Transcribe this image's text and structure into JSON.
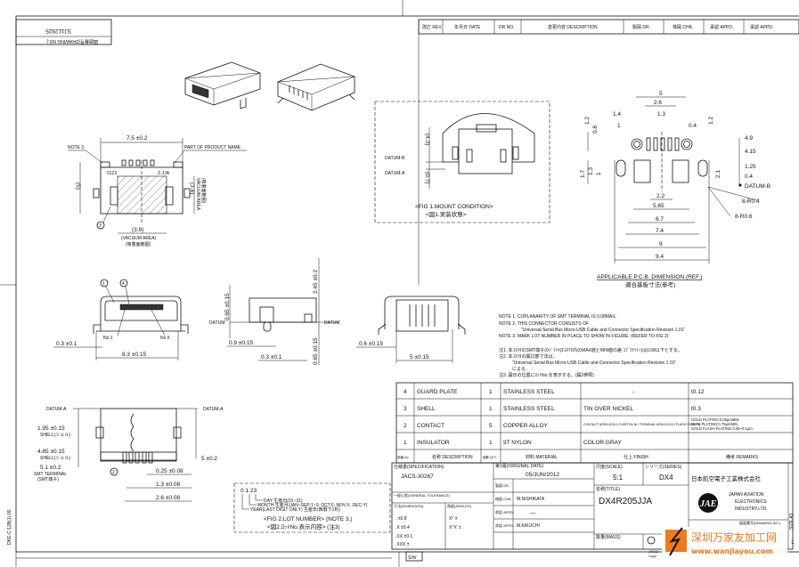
{
  "drawing_no_box": {
    "label": "図面番号(DRAWING NO.)",
    "value": "SJ112925"
  },
  "revision_header": [
    "改訂 REV.",
    "年月日 DATE",
    "DR NO.",
    "変更内容 DESCRIPTION",
    "製図 DR.",
    "検図 CHK.",
    "承認 APPD.",
    "承認 APPD."
  ],
  "front_view": {
    "width_dim": "7.5 ±0.2",
    "note_ref": "NOTE 3",
    "product_name_ref": "PART OF PRODUCT NAME",
    "height_dim": "(5)",
    "vac_h_dim": "(3.6)",
    "vac_h_label": "VACUUM AREA",
    "vac_h_label_jp": "(吸着面範囲)",
    "vac_w_dim": "(3.9)",
    "vac_w_label": "(VACUUM AREA)",
    "vac_w_label_jp": "(吸着面範囲)",
    "balloon": "3",
    "mark_lot": "0123",
    "mark_name": "Z-JJA"
  },
  "fig1": {
    "datum_b": "DATUM-B",
    "datum_a": "DATUM-A",
    "dim_upper": "(4.3)",
    "dim_lower": "(0.7)",
    "caption": "<FIG 1.MOUNT CONDITION>",
    "caption_jp": "<図1.実装状態>"
  },
  "pcb": {
    "dims_top": [
      "5",
      "2.6",
      "1.4",
      "1.3",
      "1",
      "0.4"
    ],
    "dims_left": [
      "1.2",
      "0.8",
      "1.7",
      "1.3",
      "1"
    ],
    "dims_right": [
      "1.2",
      "2.1",
      "4.9",
      "4.15",
      "1.25",
      "0.4"
    ],
    "datum_b": "DATUM-B",
    "dims_bottom": [
      "2.2",
      "5.65",
      "6.7",
      "7.4",
      "9",
      "9.4"
    ],
    "radius_labels": [
      "8-R0.4",
      "8-R0.6"
    ],
    "caption": "APPLICABLE P.C.B. DIMENSION (REF.)",
    "caption_jp": "適合基板寸法(参考)"
  },
  "mouth_view": {
    "balloons": [
      "1",
      "4"
    ],
    "pin1": "No.1",
    "pin5": "No.5",
    "dim_small": "0.3 ±0.1",
    "dim_width": "8.3 ±0.15"
  },
  "side_view": {
    "datum_left": "DATUM",
    "datum_right": "DATUM",
    "dim_up": "0.65 ±0.15",
    "dim_total": "2.45 ±0.2",
    "dim_a": "0.9 ±0.15",
    "dim_b": "0.3 ±0.1",
    "dim_down": "0.65 ±0.15"
  },
  "rear_view": {
    "dim_a": "0.6 ±0.15",
    "dim_b": "5 ±0.15"
  },
  "bottom_view": {
    "datum_left": "DATUM-A",
    "datum_right": "DATUM-A",
    "dim1": "1.95 ±0.15",
    "dim1_label": "SHELL(シェル)",
    "dim2": "4.85 ±0.15",
    "dim2_label": "SHELL(シェル)",
    "dim3": "5.1 ±0.2",
    "dim3_label": "SMT TERMINAL",
    "dim3_label_jp": "(SMT端子)",
    "balloon": "2",
    "dim_height": "5 ±0.2",
    "pitch_dims": [
      "0.25 ±0.08",
      "1.3 ±0.08",
      "2.6 ±0.08"
    ]
  },
  "fig2": {
    "sample": "0 1 23",
    "day": "DAY 生産日(01~31)",
    "month": "MONTH 生産月(JAN~SEP:1~9, OCT:0, NOV:X, DEC:Y)",
    "year": "YEAR(LAST DIGIT ONLY) 生産年(西暦下1桁)",
    "caption": "<FIG 2.LOT NUMBER> (NOTE 3.)",
    "caption_jp": "<図2.ﾛｯﾄNo.表示内容> (注3)"
  },
  "notes": [
    "NOTE 1.  COPLANARITY OF SMT TERMINAL IS 0.08MAX.",
    "NOTE 2.  THIS CONNECTOR CONSISTS OF",
    "\"Universal Serial Bus Micro-USB Cable and Connector Specification Revision 1.01\"",
    "NOTE 3.  MARK LOT NUMBER IN PLACE TO SHOW IN FIGURE. (REFER TO FIG 2)",
    "注1.  本ｺﾈｸﾀのSMT端子のﾊﾞﾗﾂｷ(1ｺﾈｸﾀ内のMAX値とMIN値の差:ｺﾌﾟﾗﾅﾘﾃｨ)は0.08以下とする。",
    "注2.  本ｺﾈｸﾀの開口部寸法は、",
    "\"Universal Serial Bus Micro-USB Cable and Connector Specification Revision 1.01\"",
    "による。",
    "注3.  図示の位置にﾛｯﾄNo.を表示する。(図2参照)"
  ],
  "parts_table": {
    "rows": [
      {
        "no": "4",
        "desc": "GUARD PLATE",
        "qty": "1",
        "material": "STAINLESS STEEL",
        "finish": "-",
        "remarks": [
          "t0.12"
        ]
      },
      {
        "no": "3",
        "desc": "SHELL",
        "qty": "1",
        "material": "STAINLESS STEEL",
        "finish": "TIN OVER NICKEL",
        "remarks": [
          "t0.3"
        ]
      },
      {
        "no": "2",
        "desc": "CONTACT",
        "qty": "5",
        "material": "COPPER ALLOY",
        "finish": "CONTACT AREA:GOLD OVER Pd-Ni / TERMINAL AREA:GOLD FLASH OVER Ni",
        "remarks": [
          "GOLD PLATING:0.05μmMIN",
          "Ni-Pd PLATING:0.75μmMIN",
          "GOLD FLASH PLATING:0.05~0.1μm"
        ]
      },
      {
        "no": "1",
        "desc": "INSULATOR",
        "qty": "1",
        "material": "9T NYLON",
        "finish": "COLOR:GRAY",
        "remarks": [
          ""
        ]
      }
    ],
    "header": [
      "部番 No.",
      "名称 DESCRIPTION",
      "個数 QTY.",
      "材料 MATERIAL",
      "仕上 FINISH",
      "備考 REMARKS"
    ]
  },
  "title_block": {
    "spec_label": "仕様書(SPECIFICATION)",
    "spec_value": "JACS-30267",
    "date_label": "第1版(ORIGINAL DATE)",
    "date_value": "05/JUN/2012",
    "dr_label": "製図 DR.",
    "dr_value": "",
    "chk_label": "検図 CHK.",
    "chk_value": "M.NISHIKATA",
    "appd1_label": "承認 APPD.",
    "appd1_value": "—",
    "appd2_label": "承認 APPD.",
    "appd2_value": "M.KIKUCHI",
    "tol_label": "一般公差(GENERAL TOLERANCE)",
    "dim_label": "寸法(DIMENSION)",
    "angle_label": "角度(ANGLES)",
    "tolerances": [
      ".   ±0.8",
      ".X   ±0.4",
      ".XX   ±0.1",
      ".XXX ±"
    ],
    "angles": [
      "X°  ±",
      "X°X'  ±"
    ],
    "scale_label": "尺度(SCALE)",
    "scale_value": "5:1",
    "series_label": "シリーズ(SERIES)",
    "series_value": "DX4",
    "title_label": "名称(TITLE)",
    "title_value": "DX4R205JJA",
    "mass_label": "質量(MASS)",
    "company_jp": "日本航空電子工業株式会社",
    "company_en": [
      "JAPAN AVIATION",
      "ELECTRONICS",
      "INDUSTRY,LTD."
    ],
    "logo_text": "JAE",
    "drawing_no_label": "図面番号(DRAWING NO.)",
    "copyright": [
      "JAE(C)",
      "Copyr"
    ],
    "size": "SIZE A3",
    "sheet": "1"
  },
  "form_code": "DKE-C-12B(1)-00",
  "sw_mark": "S/W",
  "watermark": {
    "cn": "深圳万家友加工网",
    "url": "www.wanjiayou.com",
    "color": "#f07a1a"
  }
}
